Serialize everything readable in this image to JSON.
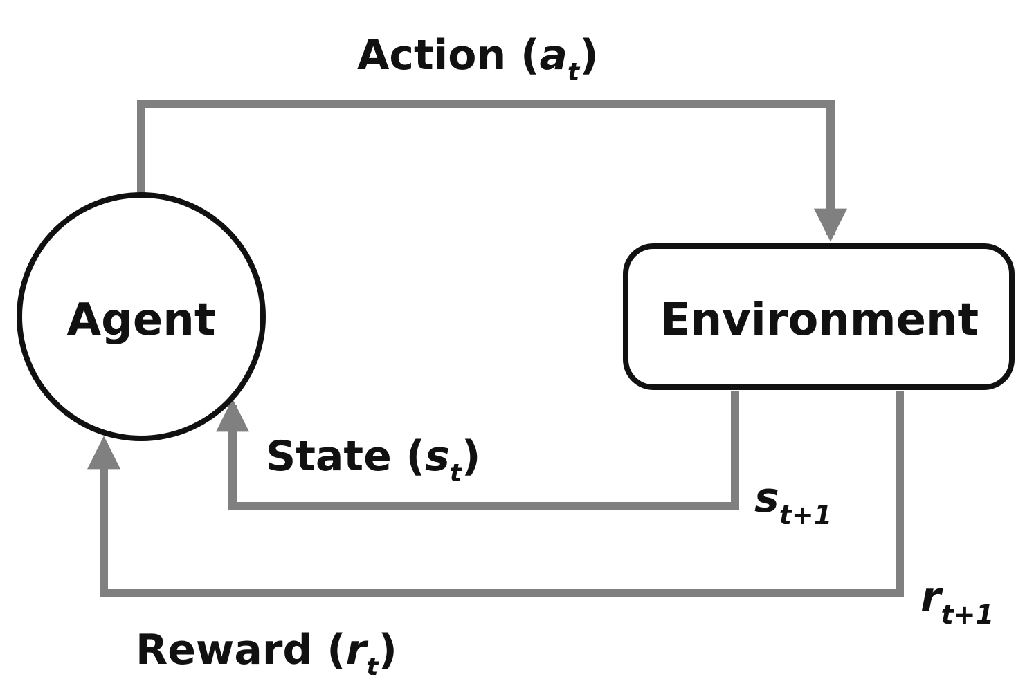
{
  "nodes": {
    "agent": {
      "label": "Agent"
    },
    "environment": {
      "label": "Environment"
    }
  },
  "edges": {
    "action": {
      "word": "Action (",
      "symbol": "a",
      "sub": "t",
      "close": ")"
    },
    "state": {
      "word": "State (",
      "symbol": "s",
      "sub": "t",
      "close": ")"
    },
    "reward": {
      "word": "Reward (",
      "symbol": "r",
      "sub": "t",
      "close": ")"
    },
    "next_state": {
      "symbol": "s",
      "sub": "t+1"
    },
    "next_reward": {
      "symbol": "r",
      "sub": "t+1"
    }
  },
  "colors": {
    "arrow": "#808080",
    "outline": "#111111",
    "text": "#111111"
  }
}
